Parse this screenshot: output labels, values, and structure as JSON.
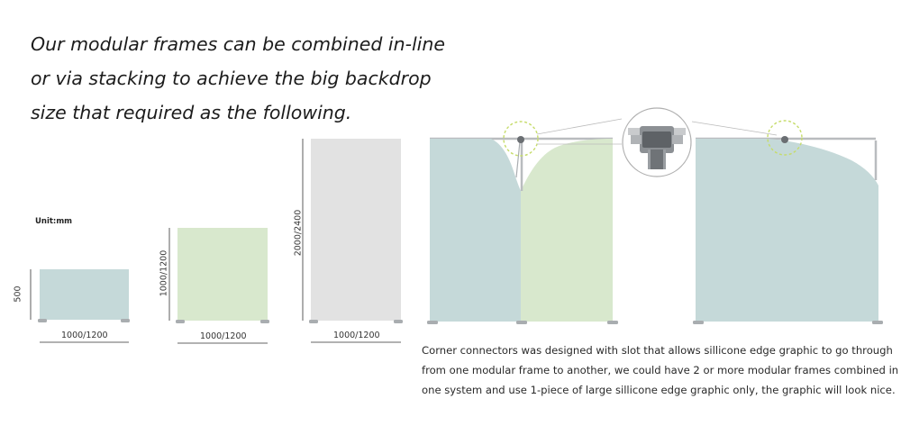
{
  "headline": {
    "lines": [
      "Our modular frames can be combined in-line",
      "or via stacking to achieve the big backdrop",
      "size that required as the following."
    ]
  },
  "unit_label": "Unit:mm",
  "frames": [
    {
      "name": "small",
      "width_label": "1000/1200",
      "height_label": "500",
      "color": "#c5d9d9"
    },
    {
      "name": "medium",
      "width_label": "1000/1200",
      "height_label": "1000/1200",
      "color": "#d8e8cd"
    },
    {
      "name": "tall",
      "width_label": "1000/1200",
      "height_label": "2000/2400",
      "color": "#e2e2e2"
    }
  ],
  "colors": {
    "teal": "#c5d9d9",
    "green": "#d8e8cd",
    "grey": "#e2e2e2",
    "frame": "#b9bcbf",
    "highlight": "#c6dc6a"
  },
  "description": {
    "lines": [
      "Corner connectors was designed with slot that allows sillicone edge graphic to go through",
      "from one modular frame to another, we could have 2 or more modular frames combined in",
      "one system and use 1-piece of large sillicone edge graphic only, the graphic will look nice."
    ]
  }
}
